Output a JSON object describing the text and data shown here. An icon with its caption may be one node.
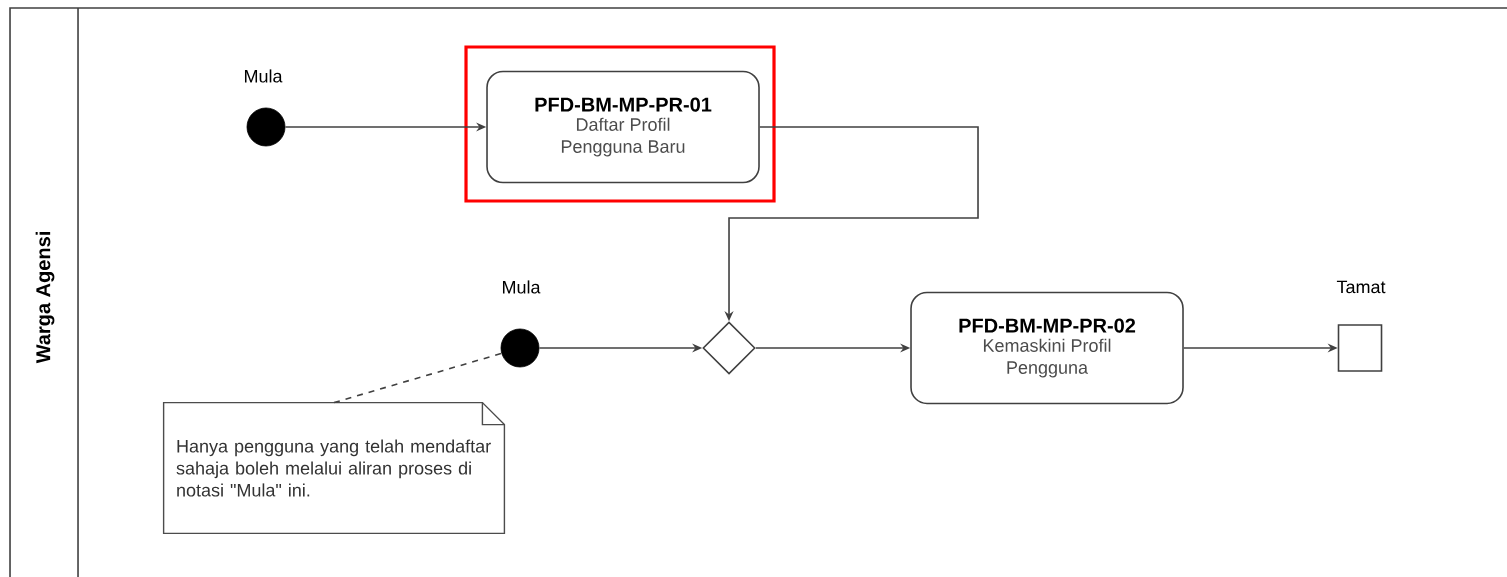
{
  "diagram": {
    "nodes": [
      {
        "text": [
          "Warga Agensi"
        ]
      },
      {
        "text": [],
        "shape": "circle",
        "beside": [
          "Mula"
        ],
        "in": 0
      },
      {
        "text": [],
        "shape": "box",
        "in": 0
      },
      {
        "text": [
          "PFD-BM-MP-PR-01",
          "Daftar Profil Pengguna Baru"
        ],
        "in": 2
      },
      {
        "text": [],
        "shape": "circle",
        "beside": [
          "Mula"
        ],
        "in": 0
      },
      {
        "text": [],
        "shape": "diamond",
        "in": 0
      },
      {
        "text": [
          "PFD-BM-MP-PR-02",
          "Kemaskini Profil Pengguna"
        ],
        "in": 0
      },
      {
        "text": [],
        "shape": "box",
        "beside": [
          "Tamat"
        ],
        "in": 0
      },
      {
        "text": [
          "Hanya pengguna yang telah mendaftar sahaja boleh melalui aliran proses di notasi \"Mula\" ini."
        ],
        "in": 0
      }
    ],
    "edges": [
      {
        "from": 1,
        "to": 3,
        "arrow": "to"
      },
      {
        "from": 3,
        "to": 5,
        "arrow": "to"
      },
      {
        "from": 4,
        "to": 5,
        "arrow": "to"
      },
      {
        "from": 5,
        "to": 6,
        "arrow": "to"
      },
      {
        "from": 6,
        "to": 7,
        "arrow": "to"
      },
      {
        "from": 8,
        "to": 4,
        "arrow": "none",
        "style": "dashed"
      }
    ]
  }
}
